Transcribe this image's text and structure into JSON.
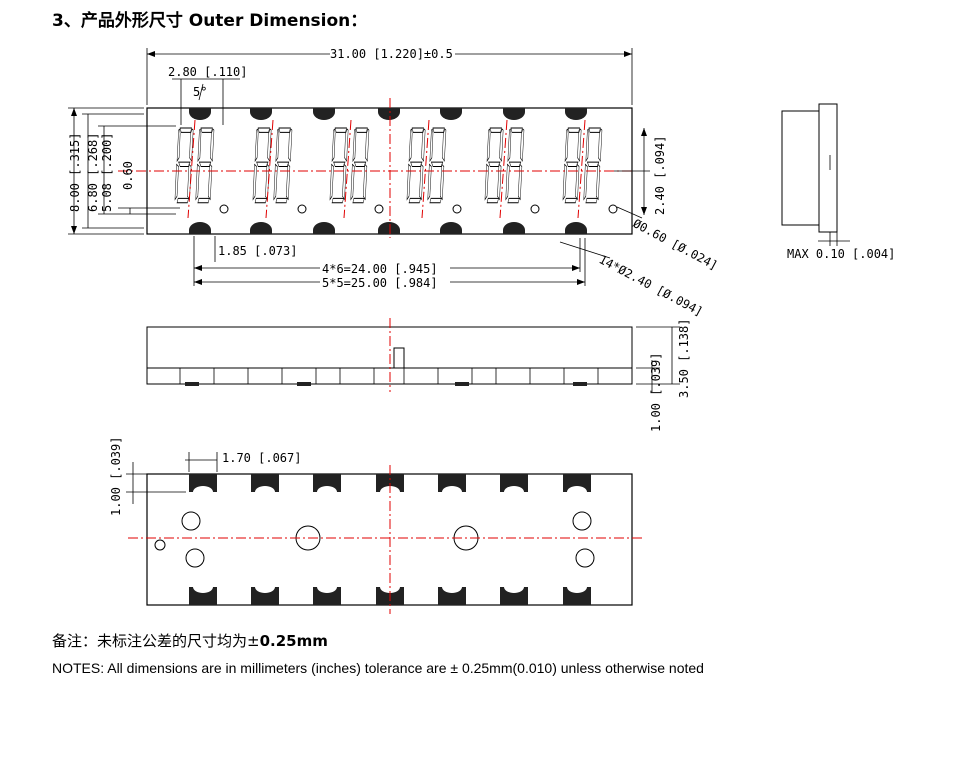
{
  "heading": "3、产品外形尺寸 Outer Dimension：",
  "dims": {
    "overall_length": "31.00 [1.220]±0.5",
    "digit_width": "2.80 [.110]",
    "tilt": "5°",
    "height_total": "8.00 [.315]",
    "height_segment": "6.80 [.268]",
    "height_digit": "5.08 [.200]",
    "seg_offset": "0.60",
    "top_view_height": "2.40 [.094]",
    "dp_diameter": "Ø0.60 [Ø.024]",
    "pad_offset": "1.85 [.073]",
    "pitch_4x6": "4*6=24.00 [.945]",
    "pitch_5x5": "5*5=25.00 [.984]",
    "pin_holes": "14*Ø2.40 [Ø.094]",
    "side_max": "MAX 0.10 [.004]",
    "side_height": "3.50 [.138]",
    "side_pin": "1.00 [.039]",
    "bottom_pad_width": "1.70 [.067]",
    "bottom_pad_height": "1.00 [.039]"
  },
  "notes": {
    "cn_prefix": "备注：未标注公差的尺寸均为±",
    "cn_value": "0.25mm",
    "en": "NOTES: All dimensions are in millimeters (inches) tolerance are ± 0.25mm(0.010) unless otherwise noted"
  },
  "colors": {
    "line": "#000000",
    "center_line": "#e00000",
    "pad": "#222222"
  }
}
